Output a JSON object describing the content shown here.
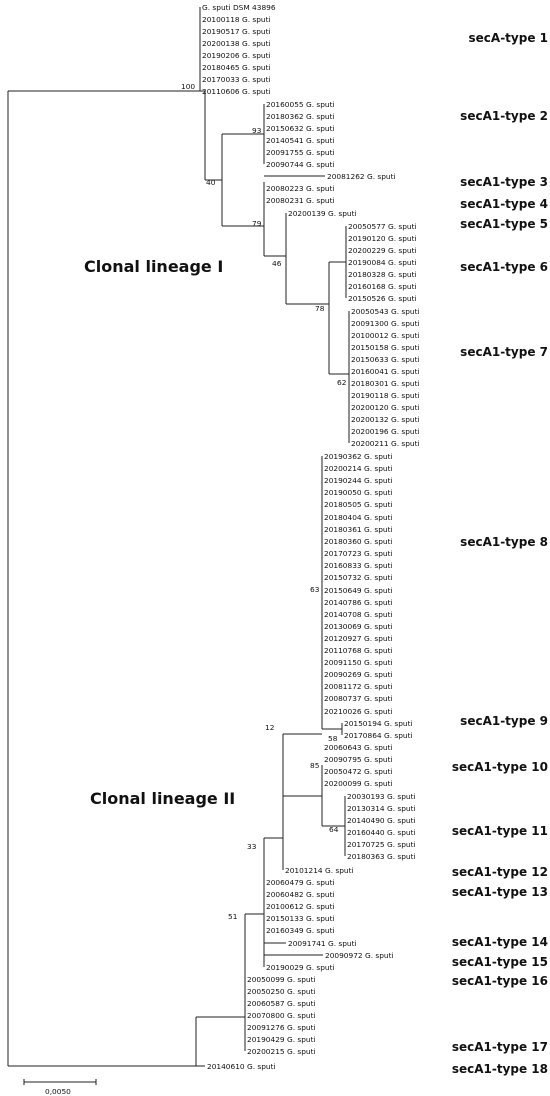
{
  "taxa": [
    "G. sputi DSM 43896",
    "20100118 G. sputi",
    "20190517 G. sputi",
    "20200138 G. sputi",
    "20190206 G. sputi",
    "20180465 G. sputi",
    "20170033 G. sputi",
    "20110606 G. sputi",
    "20160055 G. sputi",
    "20180362 G. sputi",
    "20150632 G. sputi",
    "20140541 G. sputi",
    "20091755 G. sputi",
    "20090744 G. sputi",
    "20081262 G. sputi",
    "20080223 G. sputi",
    "20080231 G. sputi",
    "20200139 G. sputi",
    "20050577 G. sputi",
    "20190120 G. sputi",
    "20200229 G. sputi",
    "20190084 G. sputi",
    "20180328 G. sputi",
    "20160168 G. sputi",
    "20150526 G. sputi",
    "20050543 G. sputi",
    "20091300 G. sputi",
    "20100012 G. sputi",
    "20150158 G. sputi",
    "20150633 G. sputi",
    "20160041 G. sputi",
    "20180301 G. sputi",
    "20190118 G. sputi",
    "20200120 G. sputi",
    "20200132 G. sputi",
    "20200196 G. sputi",
    "20200211 G. sputi",
    "20190362 G. sputi",
    "20200214 G. sputi",
    "20190244 G. sputi",
    "20190050 G. sputi",
    "20180505 G. sputi",
    "20180404 G. sputi",
    "20180361 G. sputi",
    "20180360 G. sputi",
    "20170723 G. sputi",
    "20160833 G. sputi",
    "20150732 G. sputi",
    "20150649 G. sputi",
    "20140786 G. sputi",
    "20140708 G. sputi",
    "20130069 G. sputi",
    "20120927 G. sputi",
    "20110768 G. sputi",
    "20091150 G. sputi",
    "20090269 G. sputi",
    "20081172 G. sputi",
    "20080737 G. sputi",
    "20210026 G. sputi",
    "20150194 G. sputi",
    "20170864 G. sputi",
    "20060643 G. sputi",
    "20090795 G. sputi",
    "20050472 G. sputi",
    "20200099 G. sputi",
    "20030193 G. sputi",
    "20130314 G. sputi",
    "20140490 G. sputi",
    "20160440 G. sputi",
    "20170725 G. sputi",
    "20180363 G. sputi",
    "20101214 G. sputi",
    "20060479 G. sputi",
    "20060482 G. sputi",
    "20100612 G. sputi",
    "20150133 G. sputi",
    "20160349 G. sputi",
    "20091741 G. sputi",
    "20090972 G. sputi",
    "20190029 G. sputi",
    "20050099 G. sputi",
    "20050250 G. sputi",
    "20060587 G. sputi",
    "20070800 G. sputi",
    "20091276 G. sputi",
    "20190429 G. sputi",
    "20200215 G. sputi",
    "20140610 G. sputi"
  ],
  "support_values": [
    "100",
    "93",
    "40",
    "79",
    "46",
    "78",
    "62",
    "63",
    "58",
    "12",
    "85",
    "64",
    "33",
    "51"
  ],
  "type_labels": [
    "secA-type 1",
    "secA1-type 2",
    "secA1-type 3",
    "secA1-type 4",
    "secA1-type 5",
    "secA1-type 6",
    "secA1-type 7",
    "secA1-type 8",
    "secA1-type 9",
    "secA1-type 10",
    "secA1-type 11",
    "secA1-type 12",
    "secA1-type 13",
    "secA1-type 14",
    "secA1-type 15",
    "secA1-type 16",
    "secA1-type 17",
    "secA1-type 18"
  ],
  "lineages": [
    "Clonal lineage I",
    "Clonal lineage II"
  ],
  "scale_bar": {
    "value": 0.005,
    "label": "0,0050"
  }
}
